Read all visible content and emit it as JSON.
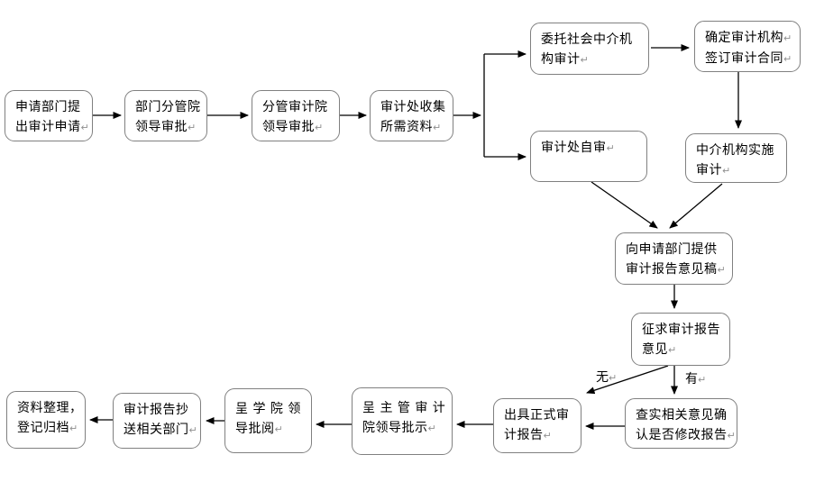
{
  "flowchart": {
    "nodes": {
      "submit_request": {
        "label": "申请部门提\n出审计申请↵"
      },
      "dept_leader_approval": {
        "label": "部门分管院\n领导审批↵"
      },
      "vice_audit_approval": {
        "label": "分管审计院\n领导审批↵"
      },
      "collect_materials": {
        "label": "审计处收集\n所需资料↵"
      },
      "entrust_intermediary": {
        "label": "委托社会中介机\n构审计↵"
      },
      "confirm_agency": {
        "label": "确定审计机构↵\n签订审计合同↵"
      },
      "self_audit": {
        "label": "审计处自审↵"
      },
      "intermediary_audit": {
        "label": "中介机构实施\n审计↵"
      },
      "provide_draft": {
        "label": "向申请部门提供\n审计报告意见稿↵"
      },
      "solicit_opinion": {
        "label": "征求审计报告\n意见↵"
      },
      "verify_opinion": {
        "label": "查实相关意见确\n认是否修改报告↵"
      },
      "issue_report": {
        "label": "出具正式审\n计报告↵"
      },
      "audit_leader_sign": {
        "label": "呈 主 管 审 计\n院领导批示↵"
      },
      "college_leader_review": {
        "label": "呈 学 院 领\n导批阅↵"
      },
      "copy_departments": {
        "label": "审计报告抄\n送相关部门↵"
      },
      "archive": {
        "label": "资料整理，\n登记归档↵"
      }
    },
    "branch_labels": {
      "no": "无↵",
      "yes": "有↵"
    },
    "colors": {
      "box_border": "#808080",
      "connector": "#000000",
      "text": "#000000",
      "paragraph_mark": "#909090",
      "background": "#ffffff"
    }
  }
}
